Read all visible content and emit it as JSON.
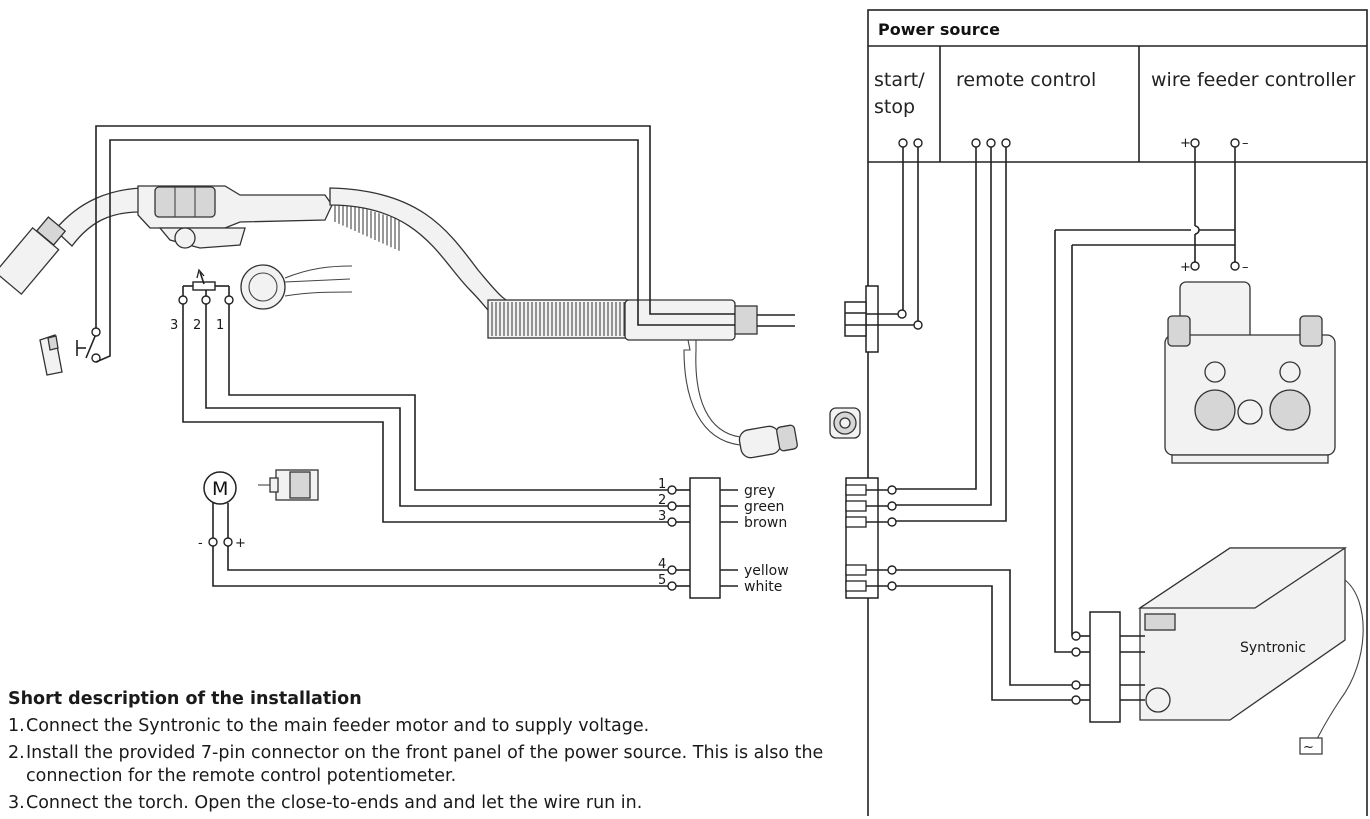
{
  "power_source": {
    "title": "Power source",
    "columns": [
      {
        "label_line1": "start/",
        "label_line2": "stop"
      },
      {
        "label_line1": "remote control"
      },
      {
        "label_line1": "wire feeder controller"
      }
    ],
    "plus_sign": "+",
    "minus_sign": "–"
  },
  "potentiometer": {
    "pins": [
      "3",
      "2",
      "1"
    ]
  },
  "motor": {
    "symbol": "M",
    "minus": "-",
    "plus": "+"
  },
  "connector_pins": [
    {
      "number": "1",
      "color": "grey"
    },
    {
      "number": "2",
      "color": "green"
    },
    {
      "number": "3",
      "color": "brown"
    },
    {
      "number": "4",
      "color": "yellow"
    },
    {
      "number": "5",
      "color": "white"
    }
  ],
  "controller": {
    "label": "Syntronic",
    "ac_symbol": "~"
  },
  "description": {
    "title": "Short description of the installation",
    "steps": [
      {
        "n": "1.",
        "text": "Connect the Syntronic to the main feeder motor and to supply voltage."
      },
      {
        "n": "2.",
        "text": "Install the provided 7-pin connector on the front panel of the power source. This is also the connection for the remote control potentiometer."
      },
      {
        "n": "3.",
        "text": "Connect the torch. Open the close-to-ends and and let the wire run in."
      }
    ]
  },
  "colors": {
    "line": "#222222",
    "background": "#ffffff"
  }
}
